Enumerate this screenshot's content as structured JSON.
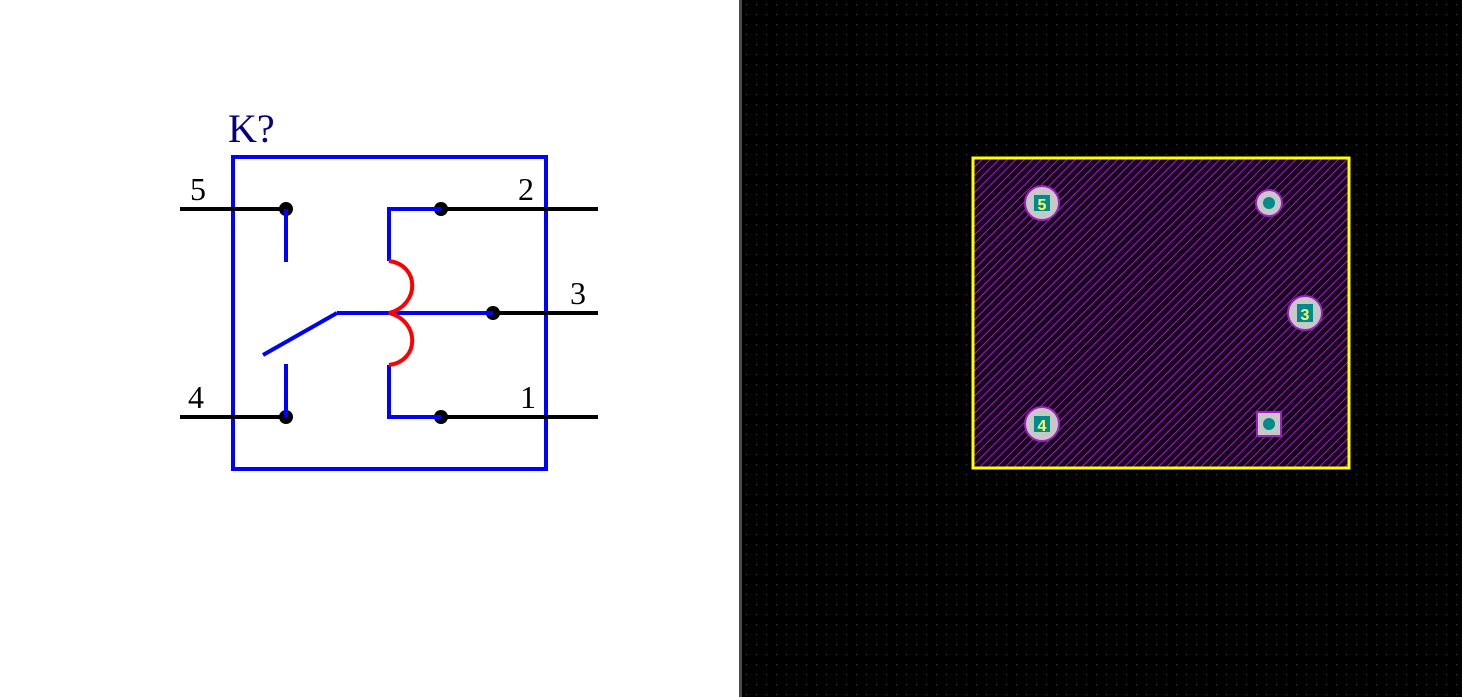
{
  "schematic": {
    "designator": "K?",
    "pins": [
      {
        "number": "5"
      },
      {
        "number": "2"
      },
      {
        "number": "3"
      },
      {
        "number": "4"
      },
      {
        "number": "1"
      }
    ]
  },
  "pcb": {
    "pads": [
      {
        "label": "5"
      },
      {
        "label": ""
      },
      {
        "label": "3"
      },
      {
        "label": "4"
      },
      {
        "label": ""
      }
    ]
  },
  "colors": {
    "body_outline": "#0000ff",
    "designator_text": "#000080",
    "pin_wire": "#000000",
    "coil": "#ff0000",
    "pcb_background": "#000000",
    "pcb_grid_dot": "#3a3a3a",
    "silkscreen_outline": "#ffff00",
    "courtyard_hatch": "#a020c0",
    "pad_copper": "#c8c8c8",
    "pad_drill": "#008b8b",
    "pad_label": "#ffff66"
  }
}
